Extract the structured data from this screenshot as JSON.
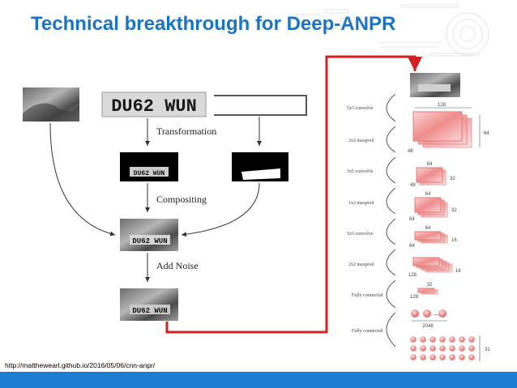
{
  "slide": {
    "title": "Technical breakthrough for Deep-ANPR",
    "source_url": "http://matthewearl.github.io/2016/05/06/cnn-anpr/",
    "accent_color": "#1b7fd1",
    "arrow_color": "#d62020"
  },
  "pipeline": {
    "plate_text": "DU62 WUN",
    "steps": [
      "Transformation",
      "Compositing",
      "Add Noise"
    ]
  },
  "network": {
    "layers": [
      "5x5 convolve",
      "2x2 maxpool",
      "3x5 convolve",
      "1x2 maxpool",
      "5x5 convolve",
      "2x2 maxpool",
      "Fully connected",
      "Fully connected"
    ],
    "dims": {
      "w128": "128",
      "h64": "64",
      "d48": "48",
      "w64a": "64",
      "h32a": "32",
      "d48a": "48",
      "w64b": "64",
      "h32b": "32",
      "d64b": "64",
      "w64c": "64",
      "h16c": "16",
      "d64c": "64",
      "w128d": "128",
      "h16d": "16",
      "w32e": "32",
      "d128e": "128",
      "fc1": "2048",
      "fc2": "31"
    }
  }
}
